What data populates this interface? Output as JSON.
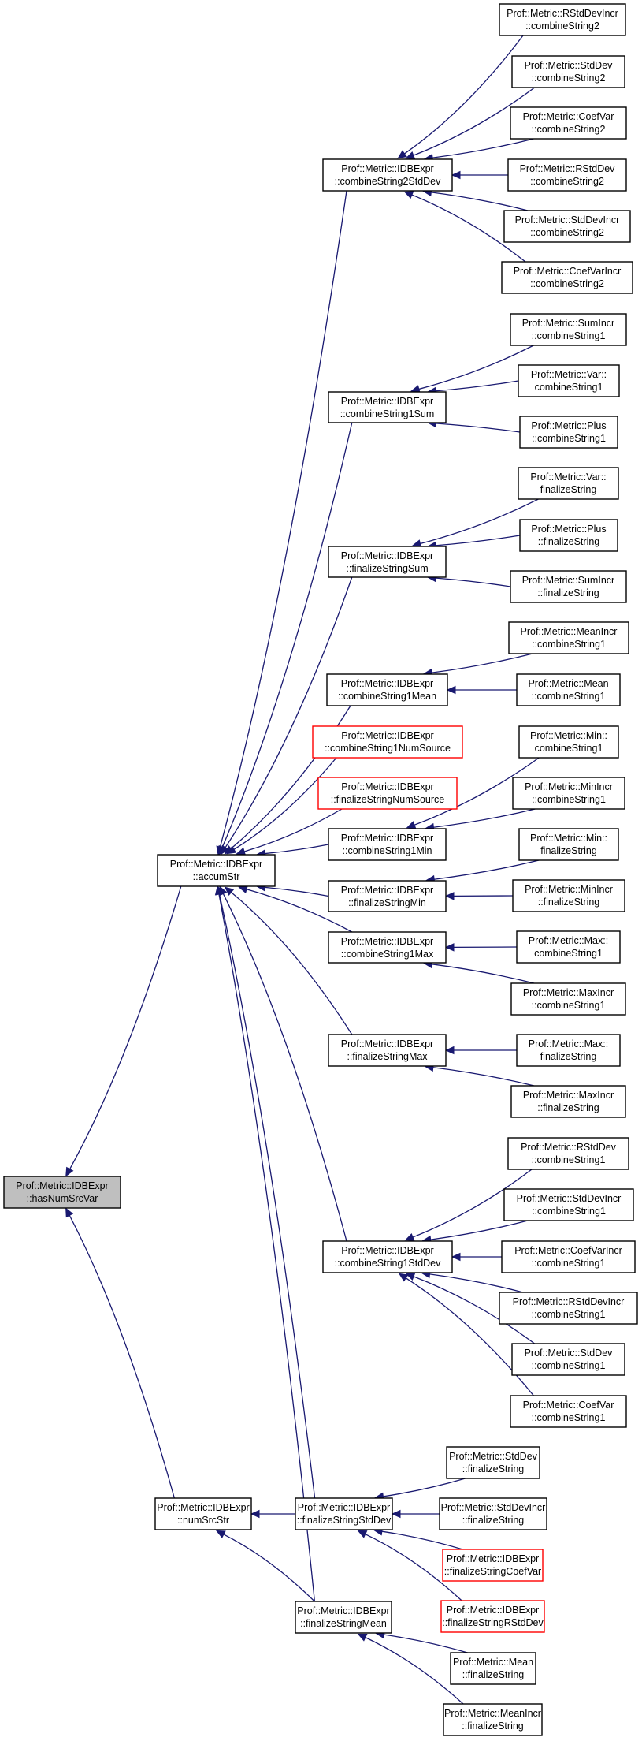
{
  "diagram": {
    "title": "Caller graph of Prof::Metric::IDBExpr::hasNumSrcVar",
    "colors": {
      "edge": "#191970",
      "root_fill": "#bfbfbf",
      "undocumented_border": "#ff0000",
      "border": "#000000"
    },
    "nodes": [
      {
        "id": "hasNumSrcVar",
        "line1": "Prof::Metric::IDBExpr",
        "line2": "::hasNumSrcVar",
        "kind": "root"
      },
      {
        "id": "accumStr",
        "line1": "Prof::Metric::IDBExpr",
        "line2": "::accumStr",
        "kind": "normal"
      },
      {
        "id": "numSrcStr",
        "line1": "Prof::Metric::IDBExpr",
        "line2": "::numSrcStr",
        "kind": "normal"
      },
      {
        "id": "cs2StdDev",
        "line1": "Prof::Metric::IDBExpr",
        "line2": "::combineString2StdDev",
        "kind": "normal"
      },
      {
        "id": "cs1Sum",
        "line1": "Prof::Metric::IDBExpr",
        "line2": "::combineString1Sum",
        "kind": "normal"
      },
      {
        "id": "fsSum",
        "line1": "Prof::Metric::IDBExpr",
        "line2": "::finalizeStringSum",
        "kind": "normal"
      },
      {
        "id": "cs1Mean",
        "line1": "Prof::Metric::IDBExpr",
        "line2": "::combineString1Mean",
        "kind": "normal"
      },
      {
        "id": "cs1NumSource",
        "line1": "Prof::Metric::IDBExpr",
        "line2": "::combineString1NumSource",
        "kind": "undocumented"
      },
      {
        "id": "fsNumSource",
        "line1": "Prof::Metric::IDBExpr",
        "line2": "::finalizeStringNumSource",
        "kind": "undocumented"
      },
      {
        "id": "cs1Min",
        "line1": "Prof::Metric::IDBExpr",
        "line2": "::combineString1Min",
        "kind": "normal"
      },
      {
        "id": "fsMin",
        "line1": "Prof::Metric::IDBExpr",
        "line2": "::finalizeStringMin",
        "kind": "normal"
      },
      {
        "id": "cs1Max",
        "line1": "Prof::Metric::IDBExpr",
        "line2": "::combineString1Max",
        "kind": "normal"
      },
      {
        "id": "fsMax",
        "line1": "Prof::Metric::IDBExpr",
        "line2": "::finalizeStringMax",
        "kind": "normal"
      },
      {
        "id": "cs1StdDev",
        "line1": "Prof::Metric::IDBExpr",
        "line2": "::combineString1StdDev",
        "kind": "normal"
      },
      {
        "id": "fsStdDev",
        "line1": "Prof::Metric::IDBExpr",
        "line2": "::finalizeStringStdDev",
        "kind": "normal"
      },
      {
        "id": "fsMean",
        "line1": "Prof::Metric::IDBExpr",
        "line2": "::finalizeStringMean",
        "kind": "normal"
      },
      {
        "id": "RStdDevIncr_cs2",
        "line1": "Prof::Metric::RStdDevIncr",
        "line2": "::combineString2",
        "kind": "normal"
      },
      {
        "id": "StdDev_cs2",
        "line1": "Prof::Metric::StdDev",
        "line2": "::combineString2",
        "kind": "normal"
      },
      {
        "id": "CoefVar_cs2",
        "line1": "Prof::Metric::CoefVar",
        "line2": "::combineString2",
        "kind": "normal"
      },
      {
        "id": "RStdDev_cs2",
        "line1": "Prof::Metric::RStdDev",
        "line2": "::combineString2",
        "kind": "normal"
      },
      {
        "id": "StdDevIncr_cs2",
        "line1": "Prof::Metric::StdDevIncr",
        "line2": "::combineString2",
        "kind": "normal"
      },
      {
        "id": "CoefVarIncr_cs2",
        "line1": "Prof::Metric::CoefVarIncr",
        "line2": "::combineString2",
        "kind": "normal"
      },
      {
        "id": "SumIncr_cs1",
        "line1": "Prof::Metric::SumIncr",
        "line2": "::combineString1",
        "kind": "normal"
      },
      {
        "id": "Var_cs1",
        "line1": "Prof::Metric::Var::",
        "line2": "combineString1",
        "kind": "normal"
      },
      {
        "id": "Plus_cs1",
        "line1": "Prof::Metric::Plus",
        "line2": "::combineString1",
        "kind": "normal"
      },
      {
        "id": "Var_fs",
        "line1": "Prof::Metric::Var::",
        "line2": "finalizeString",
        "kind": "normal"
      },
      {
        "id": "Plus_fs",
        "line1": "Prof::Metric::Plus",
        "line2": "::finalizeString",
        "kind": "normal"
      },
      {
        "id": "SumIncr_fs",
        "line1": "Prof::Metric::SumIncr",
        "line2": "::finalizeString",
        "kind": "normal"
      },
      {
        "id": "MeanIncr_cs1",
        "line1": "Prof::Metric::MeanIncr",
        "line2": "::combineString1",
        "kind": "normal"
      },
      {
        "id": "Mean_cs1",
        "line1": "Prof::Metric::Mean",
        "line2": "::combineString1",
        "kind": "normal"
      },
      {
        "id": "Min_cs1",
        "line1": "Prof::Metric::Min::",
        "line2": "combineString1",
        "kind": "normal"
      },
      {
        "id": "MinIncr_cs1",
        "line1": "Prof::Metric::MinIncr",
        "line2": "::combineString1",
        "kind": "normal"
      },
      {
        "id": "Min_fs",
        "line1": "Prof::Metric::Min::",
        "line2": "finalizeString",
        "kind": "normal"
      },
      {
        "id": "MinIncr_fs",
        "line1": "Prof::Metric::MinIncr",
        "line2": "::finalizeString",
        "kind": "normal"
      },
      {
        "id": "Max_cs1",
        "line1": "Prof::Metric::Max::",
        "line2": "combineString1",
        "kind": "normal"
      },
      {
        "id": "MaxIncr_cs1",
        "line1": "Prof::Metric::MaxIncr",
        "line2": "::combineString1",
        "kind": "normal"
      },
      {
        "id": "Max_fs",
        "line1": "Prof::Metric::Max::",
        "line2": "finalizeString",
        "kind": "normal"
      },
      {
        "id": "MaxIncr_fs",
        "line1": "Prof::Metric::MaxIncr",
        "line2": "::finalizeString",
        "kind": "normal"
      },
      {
        "id": "RStdDev_cs1",
        "line1": "Prof::Metric::RStdDev",
        "line2": "::combineString1",
        "kind": "normal"
      },
      {
        "id": "StdDevIncr_cs1",
        "line1": "Prof::Metric::StdDevIncr",
        "line2": "::combineString1",
        "kind": "normal"
      },
      {
        "id": "CoefVarIncr_cs1",
        "line1": "Prof::Metric::CoefVarIncr",
        "line2": "::combineString1",
        "kind": "normal"
      },
      {
        "id": "RStdDevIncr_cs1",
        "line1": "Prof::Metric::RStdDevIncr",
        "line2": "::combineString1",
        "kind": "normal"
      },
      {
        "id": "StdDev_cs1",
        "line1": "Prof::Metric::StdDev",
        "line2": "::combineString1",
        "kind": "normal"
      },
      {
        "id": "CoefVar_cs1",
        "line1": "Prof::Metric::CoefVar",
        "line2": "::combineString1",
        "kind": "normal"
      },
      {
        "id": "StdDev_fs",
        "line1": "Prof::Metric::StdDev",
        "line2": "::finalizeString",
        "kind": "normal"
      },
      {
        "id": "StdDevIncr_fs",
        "line1": "Prof::Metric::StdDevIncr",
        "line2": "::finalizeString",
        "kind": "normal"
      },
      {
        "id": "fsCoefVar",
        "line1": "Prof::Metric::IDBExpr",
        "line2": "::finalizeStringCoefVar",
        "kind": "undocumented"
      },
      {
        "id": "fsRStdDev",
        "line1": "Prof::Metric::IDBExpr",
        "line2": "::finalizeStringRStdDev",
        "kind": "undocumented"
      },
      {
        "id": "Mean_fs",
        "line1": "Prof::Metric::Mean",
        "line2": "::finalizeString",
        "kind": "normal"
      },
      {
        "id": "MeanIncr_fs",
        "line1": "Prof::Metric::MeanIncr",
        "line2": "::finalizeString",
        "kind": "normal"
      }
    ],
    "edges": [
      {
        "from": "accumStr",
        "to": "hasNumSrcVar"
      },
      {
        "from": "numSrcStr",
        "to": "hasNumSrcVar"
      },
      {
        "from": "cs2StdDev",
        "to": "accumStr"
      },
      {
        "from": "cs1Sum",
        "to": "accumStr"
      },
      {
        "from": "fsSum",
        "to": "accumStr"
      },
      {
        "from": "cs1Mean",
        "to": "accumStr"
      },
      {
        "from": "cs1NumSource",
        "to": "accumStr"
      },
      {
        "from": "fsNumSource",
        "to": "accumStr"
      },
      {
        "from": "cs1Min",
        "to": "accumStr"
      },
      {
        "from": "fsMin",
        "to": "accumStr"
      },
      {
        "from": "cs1Max",
        "to": "accumStr"
      },
      {
        "from": "fsMax",
        "to": "accumStr"
      },
      {
        "from": "cs1StdDev",
        "to": "accumStr"
      },
      {
        "from": "fsStdDev",
        "to": "accumStr"
      },
      {
        "from": "fsMean",
        "to": "accumStr"
      },
      {
        "from": "fsStdDev",
        "to": "numSrcStr"
      },
      {
        "from": "fsMean",
        "to": "numSrcStr"
      },
      {
        "from": "RStdDevIncr_cs2",
        "to": "cs2StdDev"
      },
      {
        "from": "StdDev_cs2",
        "to": "cs2StdDev"
      },
      {
        "from": "CoefVar_cs2",
        "to": "cs2StdDev"
      },
      {
        "from": "RStdDev_cs2",
        "to": "cs2StdDev"
      },
      {
        "from": "StdDevIncr_cs2",
        "to": "cs2StdDev"
      },
      {
        "from": "CoefVarIncr_cs2",
        "to": "cs2StdDev"
      },
      {
        "from": "SumIncr_cs1",
        "to": "cs1Sum"
      },
      {
        "from": "Var_cs1",
        "to": "cs1Sum"
      },
      {
        "from": "Plus_cs1",
        "to": "cs1Sum"
      },
      {
        "from": "Var_fs",
        "to": "fsSum"
      },
      {
        "from": "Plus_fs",
        "to": "fsSum"
      },
      {
        "from": "SumIncr_fs",
        "to": "fsSum"
      },
      {
        "from": "MeanIncr_cs1",
        "to": "cs1Mean"
      },
      {
        "from": "Mean_cs1",
        "to": "cs1Mean"
      },
      {
        "from": "Min_cs1",
        "to": "cs1Min"
      },
      {
        "from": "MinIncr_cs1",
        "to": "cs1Min"
      },
      {
        "from": "Min_fs",
        "to": "fsMin"
      },
      {
        "from": "MinIncr_fs",
        "to": "fsMin"
      },
      {
        "from": "Max_cs1",
        "to": "cs1Max"
      },
      {
        "from": "MaxIncr_cs1",
        "to": "cs1Max"
      },
      {
        "from": "Max_fs",
        "to": "fsMax"
      },
      {
        "from": "MaxIncr_fs",
        "to": "fsMax"
      },
      {
        "from": "RStdDev_cs1",
        "to": "cs1StdDev"
      },
      {
        "from": "StdDevIncr_cs1",
        "to": "cs1StdDev"
      },
      {
        "from": "CoefVarIncr_cs1",
        "to": "cs1StdDev"
      },
      {
        "from": "RStdDevIncr_cs1",
        "to": "cs1StdDev"
      },
      {
        "from": "StdDev_cs1",
        "to": "cs1StdDev"
      },
      {
        "from": "CoefVar_cs1",
        "to": "cs1StdDev"
      },
      {
        "from": "StdDev_fs",
        "to": "fsStdDev"
      },
      {
        "from": "StdDevIncr_fs",
        "to": "fsStdDev"
      },
      {
        "from": "fsCoefVar",
        "to": "fsStdDev"
      },
      {
        "from": "fsRStdDev",
        "to": "fsStdDev"
      },
      {
        "from": "Mean_fs",
        "to": "fsMean"
      },
      {
        "from": "MeanIncr_fs",
        "to": "fsMean"
      }
    ]
  }
}
